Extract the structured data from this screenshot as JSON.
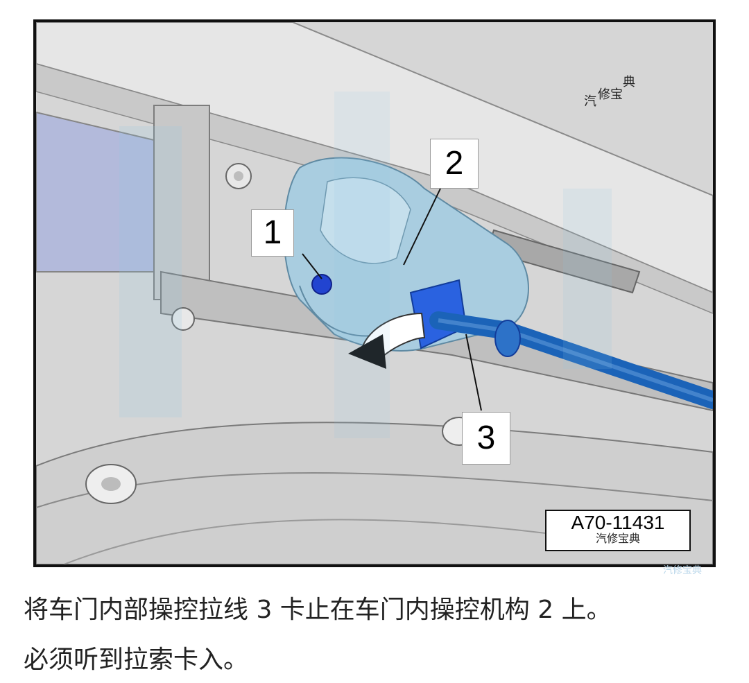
{
  "figure": {
    "callouts": [
      "1",
      "2",
      "3"
    ],
    "reference_code": "A70-11431",
    "reference_brand": "汽修宝典",
    "watermark_top": {
      "left": "汽",
      "mid": "修宝",
      "right": "典"
    },
    "watermark_corner": "汽修宝典",
    "colors": {
      "cable": "#1b63b8",
      "clip": "#2a62e0",
      "mechanism": "#a9cde0",
      "panel": "#d4d4d4"
    }
  },
  "caption": {
    "line1": "将车门内部操控拉线 3 卡止在车门内操控机构 2 上。",
    "line2": "必须听到拉索卡入。"
  }
}
